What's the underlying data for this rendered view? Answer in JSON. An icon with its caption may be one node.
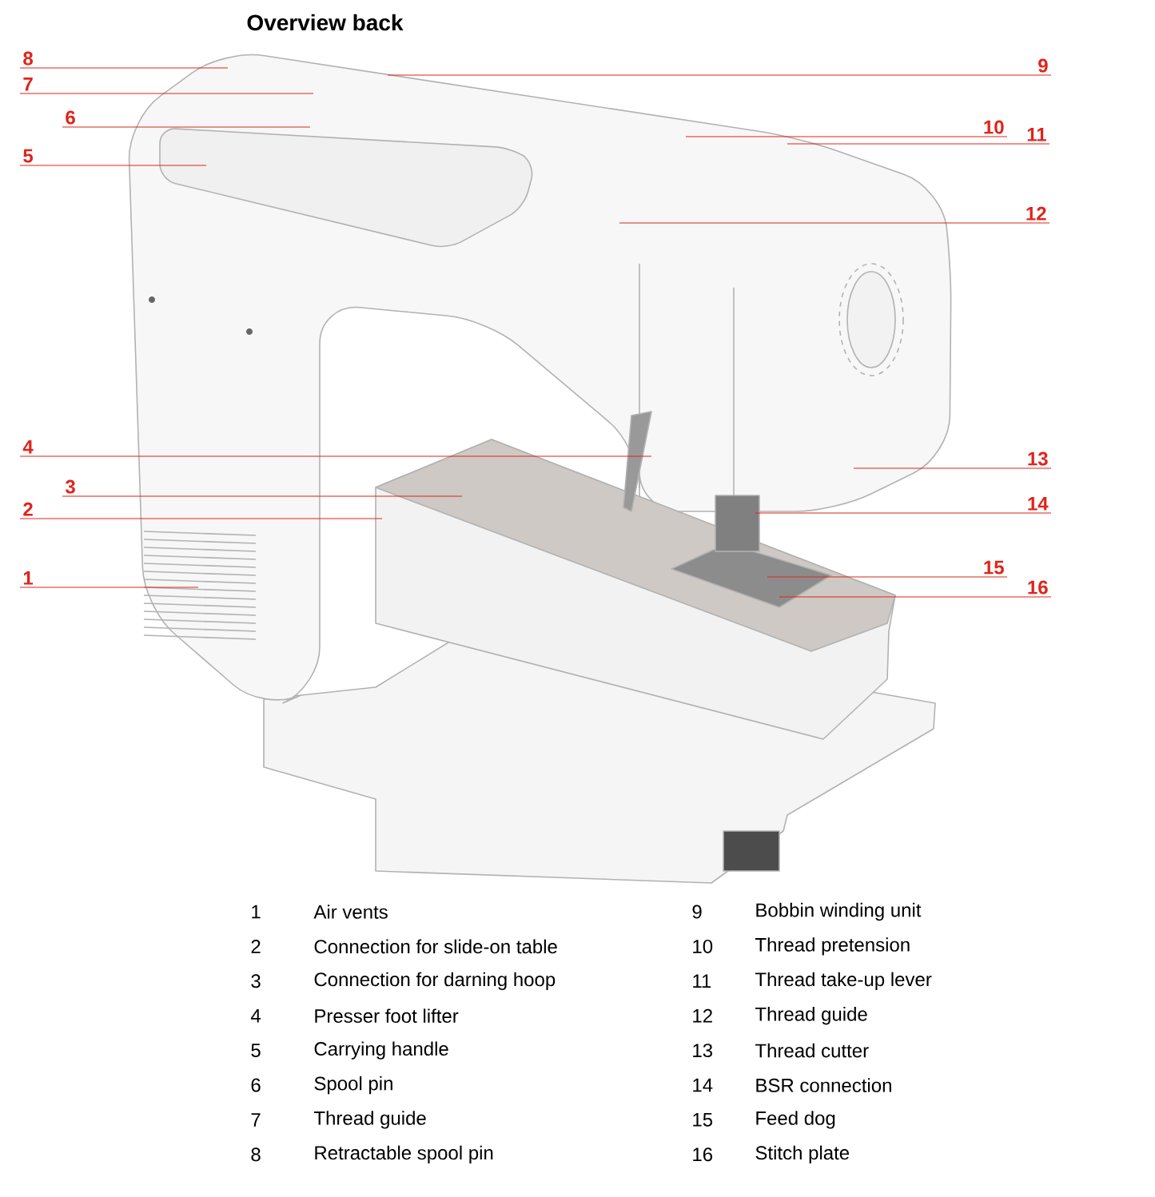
{
  "diagram": {
    "title": "Overview back",
    "nodes": [
      {
        "text": [
          "1"
        ]
      },
      {
        "text": [
          "2"
        ]
      },
      {
        "text": [
          "3"
        ]
      },
      {
        "text": [
          "4"
        ]
      },
      {
        "text": [
          "5"
        ]
      },
      {
        "text": [
          "6"
        ]
      },
      {
        "text": [
          "7"
        ]
      },
      {
        "text": [
          "8"
        ]
      },
      {
        "text": [
          "9"
        ]
      },
      {
        "text": [
          "10"
        ]
      },
      {
        "text": [
          "11"
        ]
      },
      {
        "text": [
          "12"
        ]
      },
      {
        "text": [
          "13"
        ]
      },
      {
        "text": [
          "14"
        ]
      },
      {
        "text": [
          "15"
        ]
      },
      {
        "text": [
          "16"
        ]
      }
    ],
    "edges": [
      {
        "from": 0,
        "to": null,
        "arrow": "none"
      },
      {
        "from": 1,
        "to": null,
        "arrow": "none"
      },
      {
        "from": 2,
        "to": null,
        "arrow": "none"
      },
      {
        "from": 3,
        "to": null,
        "arrow": "none"
      },
      {
        "from": 4,
        "to": null,
        "arrow": "none"
      },
      {
        "from": 5,
        "to": null,
        "arrow": "none"
      },
      {
        "from": 6,
        "to": null,
        "arrow": "none"
      },
      {
        "from": 7,
        "to": null,
        "arrow": "none"
      },
      {
        "from": 8,
        "to": null,
        "arrow": "none"
      },
      {
        "from": 9,
        "to": null,
        "arrow": "none"
      },
      {
        "from": 10,
        "to": null,
        "arrow": "none"
      },
      {
        "from": 11,
        "to": null,
        "arrow": "none"
      },
      {
        "from": 12,
        "to": null,
        "arrow": "none"
      },
      {
        "from": 13,
        "to": null,
        "arrow": "none"
      },
      {
        "from": 14,
        "to": null,
        "arrow": "none"
      },
      {
        "from": 15,
        "to": null,
        "arrow": "none"
      }
    ],
    "labels": [
      "1",
      "Air vents",
      "9",
      "Bobbin winding unit",
      "2",
      "Connection for slide-on table",
      "10",
      "Thread pretension",
      "3",
      "Connection for darning hoop",
      "11",
      "Thread take-up lever",
      "4",
      "Presser foot lifter",
      "12",
      "Thread guide",
      "5",
      "Carrying handle",
      "13",
      "Thread cutter",
      "6",
      "Spool pin",
      "14",
      "BSR connection",
      "7",
      "Thread guide",
      "15",
      "Feed dog",
      "8",
      "Retractable spool pin",
      "16",
      "Stitch plate"
    ]
  }
}
